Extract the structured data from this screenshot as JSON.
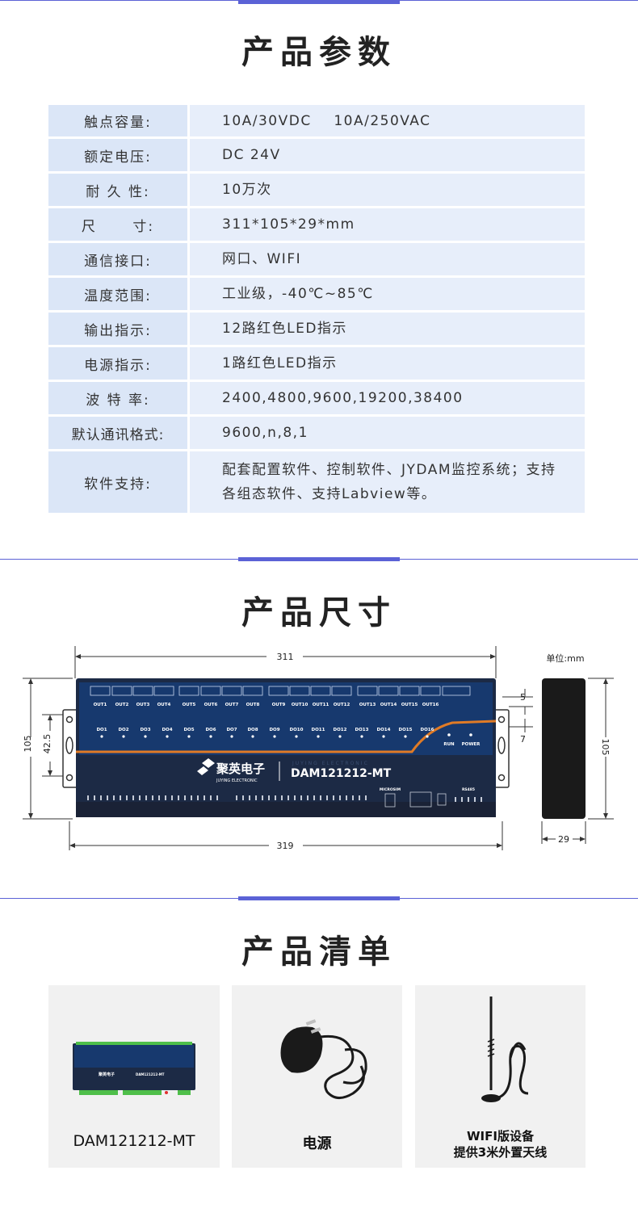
{
  "sections": {
    "params_title": "产品参数",
    "size_title": "产品尺寸",
    "list_title": "产品清单"
  },
  "specs": [
    {
      "label": "触点容量:",
      "value": "10A/30VDC    10A/250VAC"
    },
    {
      "label": "额定电压:",
      "value": "DC 24V"
    },
    {
      "label": "耐 久 性:",
      "value": "10万次"
    },
    {
      "label": "尺      寸:",
      "value": "311*105*29*mm"
    },
    {
      "label": "通信接口:",
      "value": "网口、WIFI"
    },
    {
      "label": "温度范围:",
      "value": "工业级，-40℃~85℃"
    },
    {
      "label": "输出指示:",
      "value": "12路红色LED指示"
    },
    {
      "label": "电源指示:",
      "value": "1路红色LED指示"
    },
    {
      "label": "波 特 率:",
      "value": "2400,4800,9600,19200,38400"
    },
    {
      "label": "默认通讯格式:",
      "value": "9600,n,8,1"
    },
    {
      "label": "软件支持:",
      "value": "配套配置软件、控制软件、JYDAM监控系统；支持各组态软件、支持Labview等。"
    }
  ],
  "dimensions": {
    "width_top": "311",
    "width_bottom": "319",
    "height_left": "105",
    "height_inner": "42.5",
    "gap_a": "5",
    "gap_b": "7",
    "unit_label": "单位:mm",
    "side_height": "105",
    "side_depth": "29"
  },
  "device": {
    "brand_cn": "聚英电子",
    "brand_en": "JUYING ELECTRONIC",
    "brand_en_faint": "JUYING ELECTRONIC",
    "model": "DAM121212-MT",
    "outputs_left": [
      "OUT1",
      "OUT2",
      "OUT3",
      "OUT4",
      "OUT5",
      "OUT6",
      "OUT7",
      "OUT8"
    ],
    "outputs_right": [
      "OUT9",
      "OUT10",
      "OUT11",
      "OUT12",
      "OUT13",
      "OUT14",
      "OUT15",
      "OUT16"
    ],
    "do_labels": [
      "DO1",
      "DO2",
      "DO3",
      "DO4",
      "DO5",
      "DO6",
      "DO7",
      "DO8",
      "DO9",
      "DO10",
      "DO11",
      "DO12",
      "DO13",
      "DO14",
      "DO15",
      "DO16"
    ],
    "run_label": "RUN",
    "power_label": "POWER",
    "microsim_label": "MICROSIM",
    "rs485_label": "RS485"
  },
  "products": [
    {
      "name": "DAM121212-MT"
    },
    {
      "name": "电源"
    },
    {
      "name_line1": "WIFI版设备",
      "name_line2": "提供3米外置天线"
    }
  ],
  "colors": {
    "accent": "#5b62d6",
    "table_label_bg": "#dbe6f7",
    "table_value_bg": "#e7eefa",
    "device_body": "#1c2a45",
    "device_stripe": "#e07b26"
  }
}
